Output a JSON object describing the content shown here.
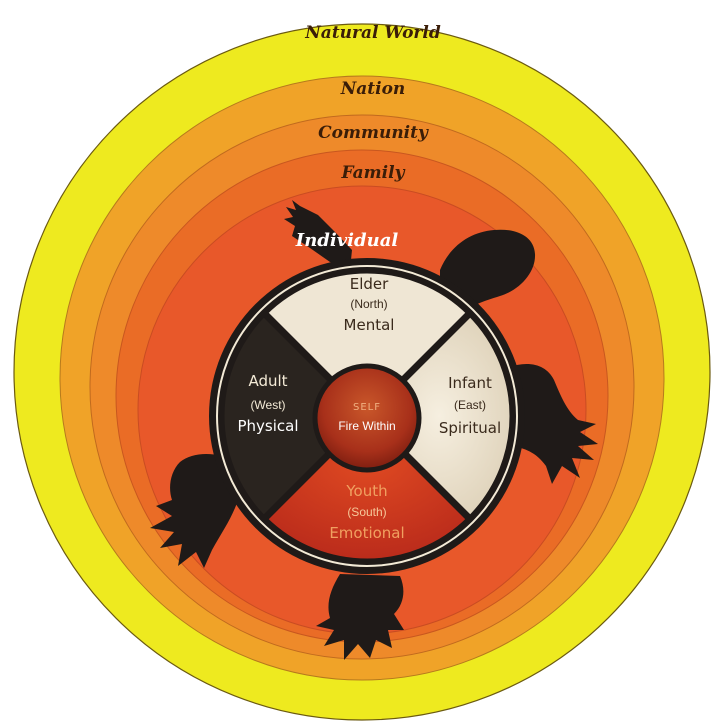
{
  "rings": {
    "natural_world": "Natural World",
    "nation": "Nation",
    "community": "Community",
    "family": "Family",
    "individual": "Individual"
  },
  "quadrants": {
    "north": {
      "title": "Elder",
      "direction": "(North)",
      "aspect": "Mental"
    },
    "east": {
      "title": "Infant",
      "direction": "(East)",
      "aspect": "Spiritual"
    },
    "south": {
      "title": "Youth",
      "direction": "(South)",
      "aspect": "Emotional"
    },
    "west": {
      "title": "Adult",
      "direction": "(West)",
      "aspect": "Physical"
    }
  },
  "center": {
    "line1": "SELF",
    "line2": "Fire Within"
  },
  "colors": {
    "natural_world": "#eeea1f",
    "nation": "#f0a328",
    "community": "#ee8a2a",
    "family": "#ea6c26",
    "individual": "#e8582a",
    "turtle": "#1f1a18",
    "north": "#efe6d4",
    "east": "#ebdfc8",
    "south": "#d63a1c",
    "west": "#2a241f",
    "center": "#b8341a"
  }
}
